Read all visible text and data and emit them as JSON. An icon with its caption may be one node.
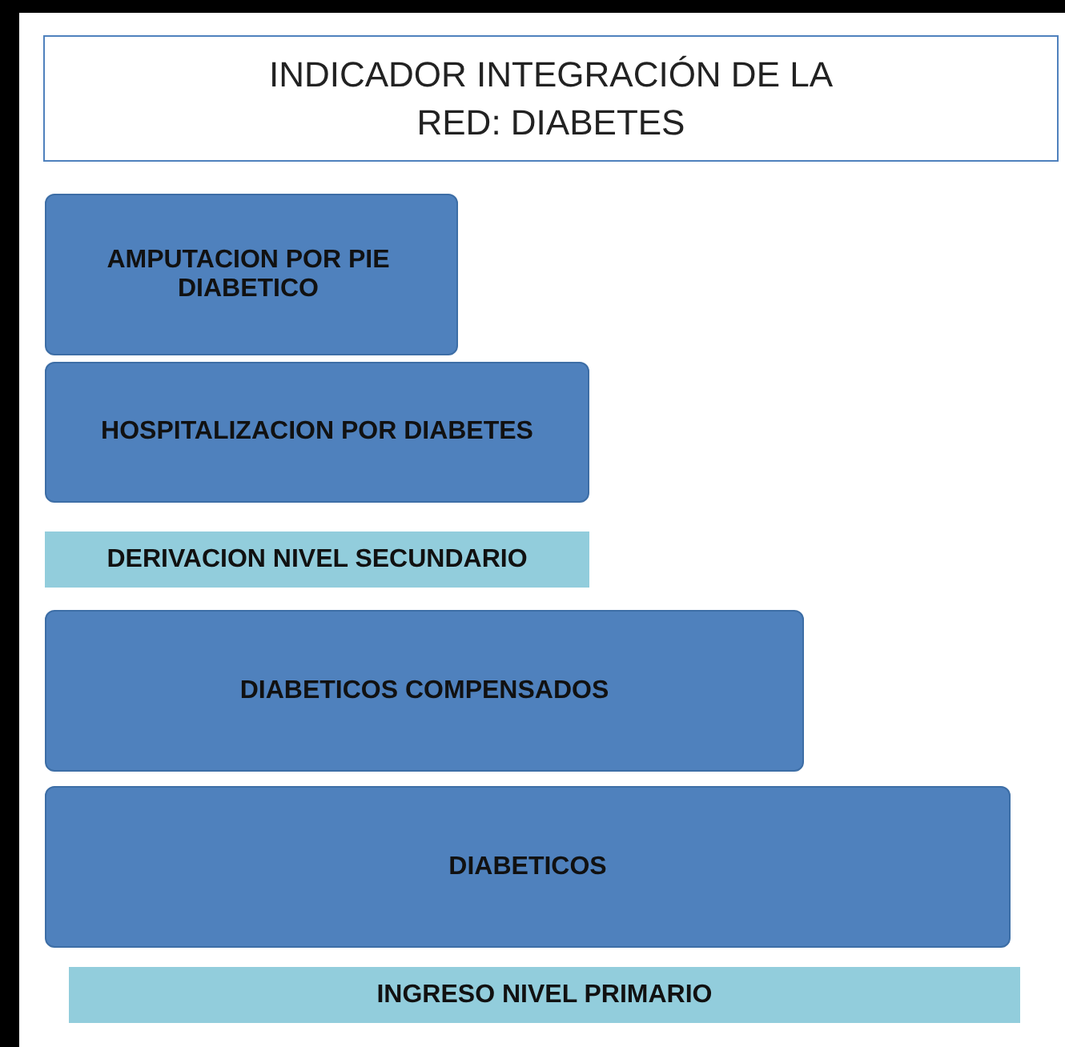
{
  "diagram": {
    "title": "INDICADOR INTEGRACIÓN DE LA RED: DIABETES",
    "nodes": [
      {
        "text": [
          "AMPUTACION POR PIE DIABETICO"
        ]
      },
      {
        "text": [
          "HOSPITALIZACION POR DIABETES"
        ]
      },
      {
        "text": [
          "DERIVACION NIVEL SECUNDARIO"
        ]
      },
      {
        "text": [
          "DIABETICOS COMPENSADOS"
        ]
      },
      {
        "text": [
          "DIABETICOS"
        ]
      },
      {
        "text": [
          "INGRESO NIVEL PRIMARIO"
        ]
      }
    ]
  }
}
